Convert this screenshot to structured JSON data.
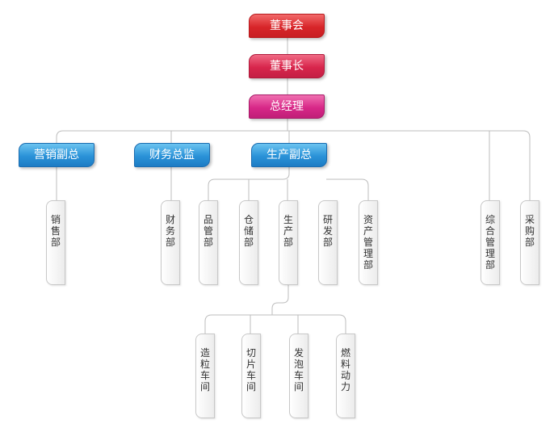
{
  "board": "董事会",
  "chairman": "董事长",
  "gm": "总经理",
  "vps": [
    "营销副总",
    "财务总监",
    "生产副总"
  ],
  "departments": [
    "销售部",
    "财务部",
    "品管部",
    "仓储部",
    "生产部",
    "研发部",
    "资产管理部",
    "综合管理部",
    "采购部"
  ],
  "workshops": [
    "造粒车间",
    "切片车间",
    "发泡车间",
    "燃料动力"
  ]
}
